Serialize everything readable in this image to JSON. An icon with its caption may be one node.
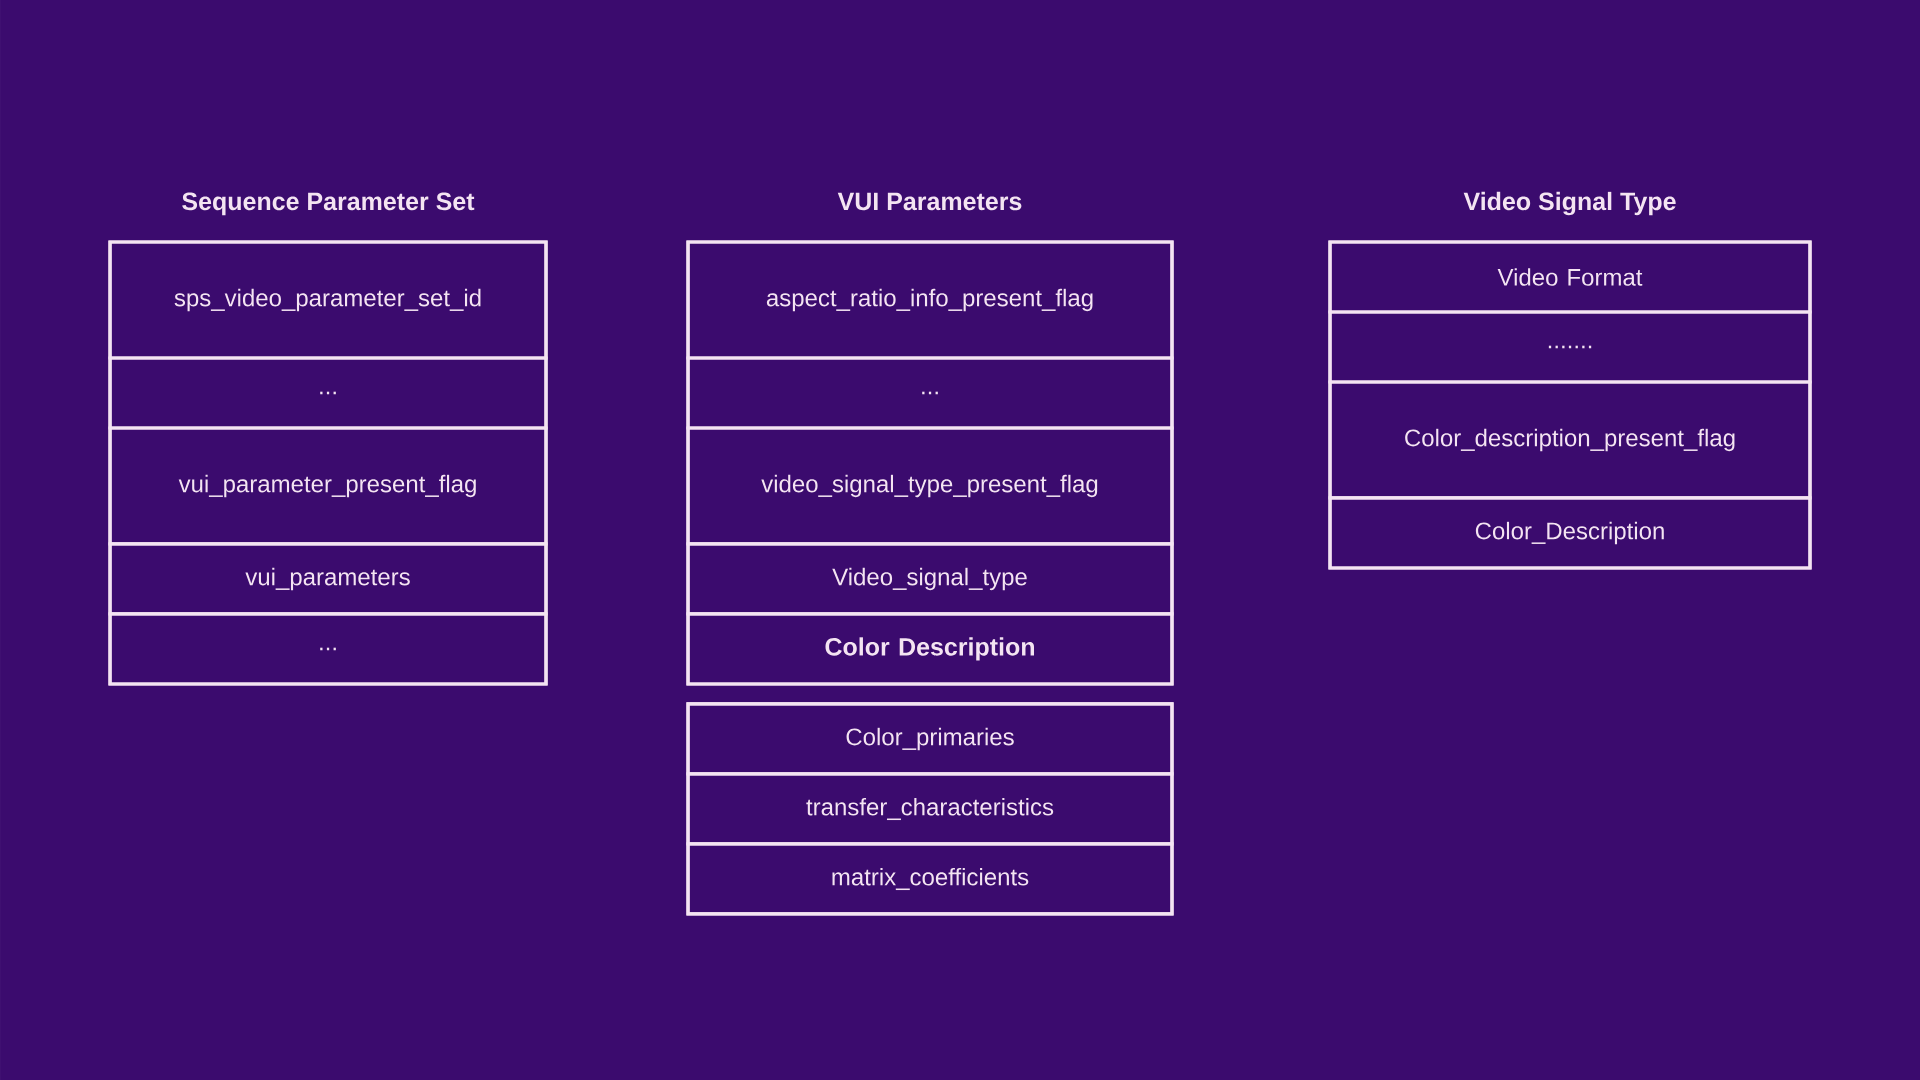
{
  "diagram": {
    "nodes": [
      {
        "text": [
          "Sequence Parameter Set"
        ]
      },
      {
        "text": [
          "sps_video_parameter_set_id"
        ],
        "in": 0
      },
      {
        "text": [
          "..."
        ],
        "in": 0
      },
      {
        "text": [
          "vui_parameter_present_flag"
        ],
        "in": 0
      },
      {
        "text": [
          "vui_parameters"
        ],
        "in": 0
      },
      {
        "text": [
          "..."
        ],
        "in": 0
      },
      {
        "text": [
          "VUI Parameters"
        ]
      },
      {
        "text": [
          "aspect_ratio_info_present_flag"
        ],
        "in": 6
      },
      {
        "text": [
          "..."
        ],
        "in": 6
      },
      {
        "text": [
          "video_signal_type_present_flag"
        ],
        "in": 6
      },
      {
        "text": [
          "Video_signal_type"
        ],
        "in": 6
      },
      {
        "text": [
          "Color Description"
        ],
        "in": 6
      },
      {
        "text": [],
        "shape": "box"
      },
      {
        "text": [
          "Color_primaries"
        ],
        "in": 12
      },
      {
        "text": [
          "transfer_characteristics"
        ],
        "in": 12
      },
      {
        "text": [
          "matrix_coefficients"
        ],
        "in": 12
      },
      {
        "text": [
          "Video Signal Type"
        ]
      },
      {
        "text": [
          "Video Format"
        ],
        "in": 16
      },
      {
        "text": [
          "......."
        ],
        "in": 16
      },
      {
        "text": [
          "Color_description_present_flag"
        ],
        "in": 16
      },
      {
        "text": [
          "Color_Description"
        ],
        "in": 16
      }
    ]
  }
}
